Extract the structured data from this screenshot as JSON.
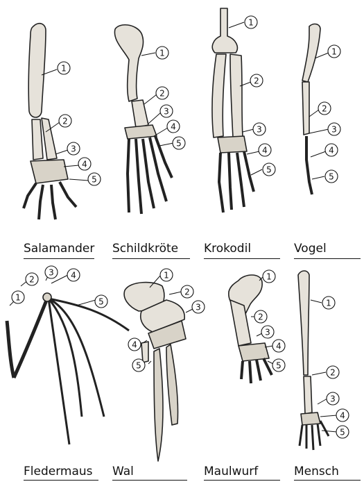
{
  "figure": {
    "panels": [
      {
        "id": "salamander",
        "label": "Salamander",
        "markers": [
          "①",
          "②",
          "③",
          "④",
          "⑤"
        ]
      },
      {
        "id": "schildkroete",
        "label": "Schildkröte",
        "markers": [
          "①",
          "②",
          "③",
          "④",
          "⑤"
        ]
      },
      {
        "id": "krokodil",
        "label": "Krokodil",
        "markers": [
          "①",
          "②",
          "③",
          "④",
          "⑤"
        ]
      },
      {
        "id": "vogel",
        "label": "Vogel",
        "markers": [
          "①",
          "②",
          "③",
          "④",
          "⑤"
        ]
      },
      {
        "id": "fledermaus",
        "label": "Fledermaus",
        "markers": [
          "①",
          "②",
          "③",
          "④",
          "⑤"
        ]
      },
      {
        "id": "wal",
        "label": "Wal",
        "markers": [
          "①",
          "②",
          "③",
          "④",
          "⑤"
        ]
      },
      {
        "id": "maulwurf",
        "label": "Maulwurf",
        "markers": [
          "①",
          "②",
          "③",
          "④",
          "⑤"
        ]
      },
      {
        "id": "mensch",
        "label": "Mensch",
        "markers": [
          "①",
          "②",
          "③",
          "④",
          "⑤"
        ]
      }
    ]
  }
}
